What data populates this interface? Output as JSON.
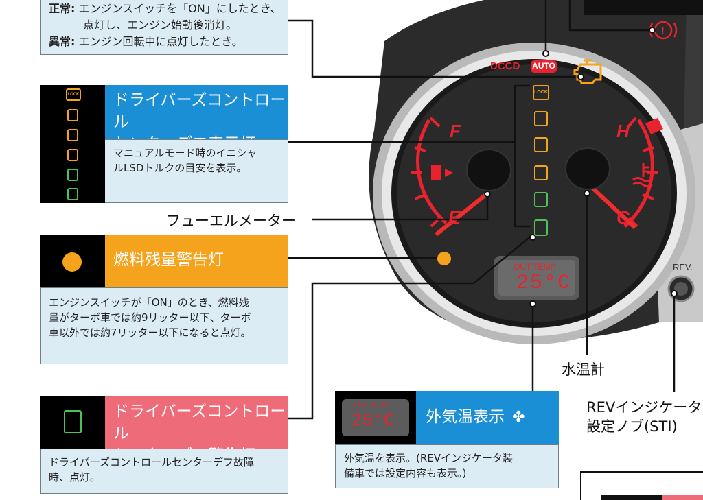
{
  "top_box": {
    "normal_label": "正常:",
    "normal_line1": "エンジンスイッチを「ON」にしたとき、",
    "normal_line2": "点灯し、エンジン始動後消灯。",
    "abnormal_label": "異常:",
    "abnormal_text": "エンジン回転中に点灯したとき。"
  },
  "dccd_indicator": {
    "title_line1": "ドライバーズコントロール",
    "title_line2": "センターデフ表示灯",
    "desc_line1": "マニュアルモード時のイニシャ",
    "desc_line2": "ルLSDトルクの目安を表示。",
    "lock_label": "LOCK"
  },
  "fuel_meter_label": "フューエルメーター",
  "fuel_warning": {
    "title": "燃料残量警告灯",
    "desc_line1": "エンジンスイッチが「ON」のとき、燃料残",
    "desc_line2": "量がターボ車では約9リッター以下、ターボ",
    "desc_line3": "車以外では約7リッター以下になると点灯。"
  },
  "dccd_warning": {
    "title_line1": "ドライバーズコントロール",
    "title_line2": "センターデフ警告灯",
    "desc_line1": "ドライバーズコントロールセンターデフ故障",
    "desc_line2": "時、点灯。"
  },
  "outside_temp": {
    "title": "外気温表示",
    "desc_line1": "外気温を表示。(REVインジケータ装",
    "desc_line2": "備車では設定内容も表示。)",
    "display_label": "OUT TEMP",
    "display_value": "25°C"
  },
  "water_temp_label": "水温計",
  "rev_knob": {
    "label_line1": "REVインジケータ",
    "label_line2": "設定ノブ(STI)",
    "dial_label": "REV."
  },
  "gauge": {
    "dccd_text": "DCCD",
    "auto_text": "AUTO",
    "fuel_full": "F",
    "fuel_empty": "E",
    "temp_hot": "H",
    "temp_cold": "C",
    "display_label": "OUT TEMP",
    "display_value": "25°C"
  },
  "colors": {
    "blue": "#1a8fd6",
    "orange": "#f5a21c",
    "pink": "#ee6b7a",
    "red": "#e8232f",
    "box_bg": "#dcecf5"
  }
}
